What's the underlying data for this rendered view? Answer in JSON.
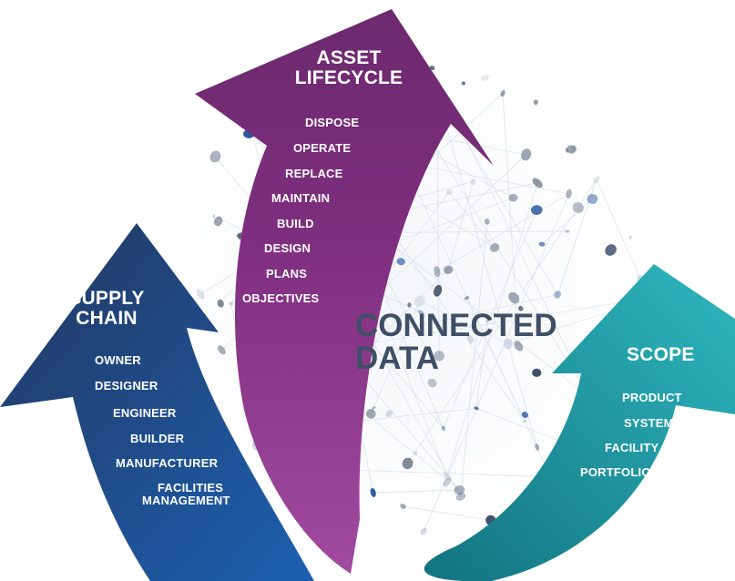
{
  "center": {
    "line1": "CONNECTED",
    "line2": "DATA"
  },
  "arrows": {
    "asset_lifecycle": {
      "title_line1": "ASSET",
      "title_line2": "LIFECYCLE",
      "color": "#7a2d79",
      "items": [
        "DISPOSE",
        "OPERATE",
        "REPLACE",
        "MAINTAIN",
        "BUILD",
        "DESIGN",
        "PLANS",
        "OBJECTIVES"
      ]
    },
    "supply_chain": {
      "title_line1": "SUPPLY",
      "title_line2": "CHAIN",
      "color": "#1f3f7a",
      "items": [
        "OWNER",
        "DESIGNER",
        "ENGINEER",
        "BUILDER",
        "MANUFACTURER",
        "FACILITIES",
        "MANAGEMENT"
      ]
    },
    "scope": {
      "title": "SCOPE",
      "color": "#1f9aa6",
      "items": [
        "PRODUCT",
        "SYSTEM",
        "FACILITY",
        "PORTFOLIO"
      ]
    }
  }
}
